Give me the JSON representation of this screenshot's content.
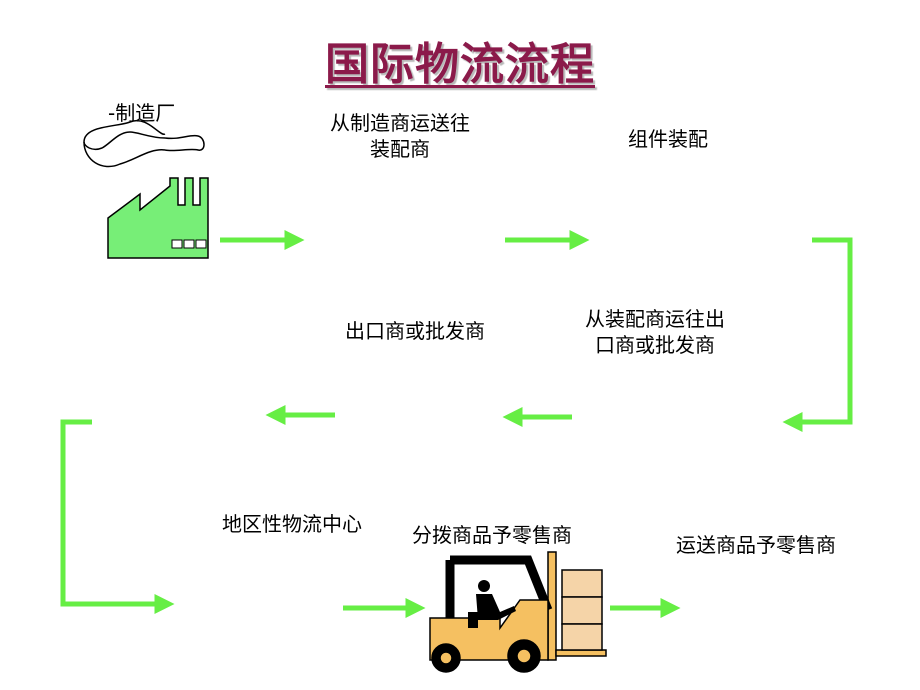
{
  "title": "国际物流流程",
  "steps": {
    "factory": "-制造厂",
    "ship_to_assembler_line1": "从制造商运送往",
    "ship_to_assembler_line2": "装配商",
    "assembly": "组件装配",
    "ship_to_exporter_line1": "从装配商运往出",
    "ship_to_exporter_line2": "口商或批发商",
    "exporter": "出口商或批发商",
    "regional_center": "地区性物流中心",
    "distribute": "分拨商品予零售商",
    "deliver": "运送商品予零售商"
  },
  "colors": {
    "arrow": "#66EE44",
    "factory_fill": "#77EE77",
    "title": "#8B1A4A",
    "forklift": "#F5C061",
    "boxes": "#F5D4A8"
  }
}
